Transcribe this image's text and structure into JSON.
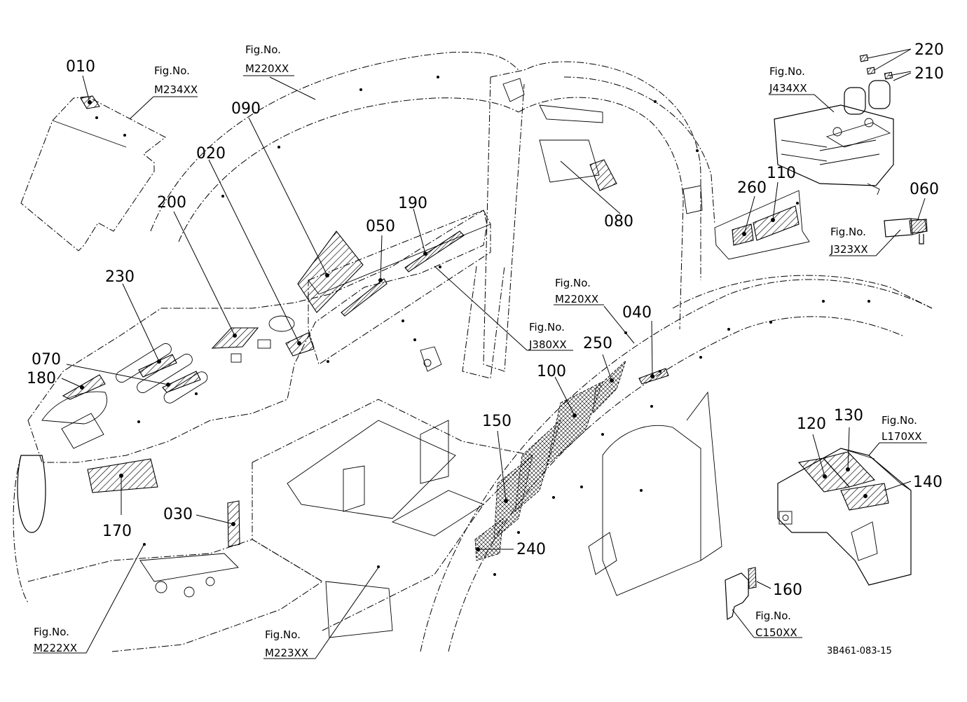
{
  "diagram": {
    "part_callouts": [
      {
        "id": "p010",
        "label": "010"
      },
      {
        "id": "p020",
        "label": "020"
      },
      {
        "id": "p030",
        "label": "030"
      },
      {
        "id": "p040",
        "label": "040"
      },
      {
        "id": "p050",
        "label": "050"
      },
      {
        "id": "p060",
        "label": "060"
      },
      {
        "id": "p070",
        "label": "070"
      },
      {
        "id": "p080",
        "label": "080"
      },
      {
        "id": "p090",
        "label": "090"
      },
      {
        "id": "p100",
        "label": "100"
      },
      {
        "id": "p110",
        "label": "110"
      },
      {
        "id": "p120",
        "label": "120"
      },
      {
        "id": "p130",
        "label": "130"
      },
      {
        "id": "p140",
        "label": "140"
      },
      {
        "id": "p150",
        "label": "150"
      },
      {
        "id": "p160",
        "label": "160"
      },
      {
        "id": "p170",
        "label": "170"
      },
      {
        "id": "p180",
        "label": "180"
      },
      {
        "id": "p190",
        "label": "190"
      },
      {
        "id": "p200",
        "label": "200"
      },
      {
        "id": "p210",
        "label": "210"
      },
      {
        "id": "p220",
        "label": "220"
      },
      {
        "id": "p230",
        "label": "230"
      },
      {
        "id": "p240",
        "label": "240"
      },
      {
        "id": "p250",
        "label": "250"
      },
      {
        "id": "p260",
        "label": "260"
      }
    ],
    "figure_refs": [
      {
        "id": "m234",
        "title": "Fig.No.",
        "code": "M234XX"
      },
      {
        "id": "m220a",
        "title": "Fig.No.",
        "code": "M220XX"
      },
      {
        "id": "j434",
        "title": "Fig.No.",
        "code": "J434XX"
      },
      {
        "id": "j323",
        "title": "Fig.No.",
        "code": "J323XX"
      },
      {
        "id": "m220b",
        "title": "Fig.No.",
        "code": "M220XX"
      },
      {
        "id": "j380",
        "title": "Fig.No.",
        "code": "J380XX"
      },
      {
        "id": "l170",
        "title": "Fig.No.",
        "code": "L170XX"
      },
      {
        "id": "c150",
        "title": "Fig.No.",
        "code": "C150XX"
      },
      {
        "id": "m222",
        "title": "Fig.No.",
        "code": "M222XX"
      },
      {
        "id": "m223",
        "title": "Fig.No.",
        "code": "M223XX"
      }
    ],
    "catalog_id": "3B461-083-15"
  }
}
